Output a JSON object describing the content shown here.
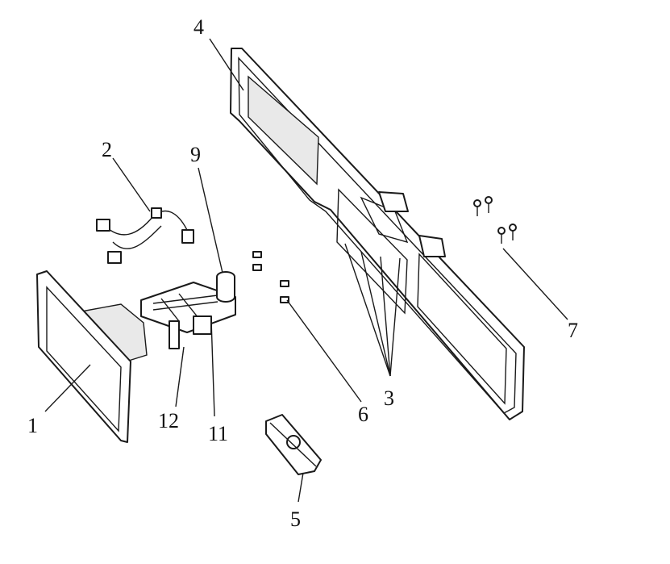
{
  "diagram": {
    "callouts": [
      {
        "id": "1",
        "label": "1"
      },
      {
        "id": "2",
        "label": "2"
      },
      {
        "id": "3",
        "label": "3"
      },
      {
        "id": "4",
        "label": "4"
      },
      {
        "id": "5",
        "label": "5"
      },
      {
        "id": "6",
        "label": "6"
      },
      {
        "id": "7",
        "label": "7"
      },
      {
        "id": "9",
        "label": "9"
      },
      {
        "id": "11",
        "label": "11"
      },
      {
        "id": "12",
        "label": "12"
      }
    ]
  }
}
